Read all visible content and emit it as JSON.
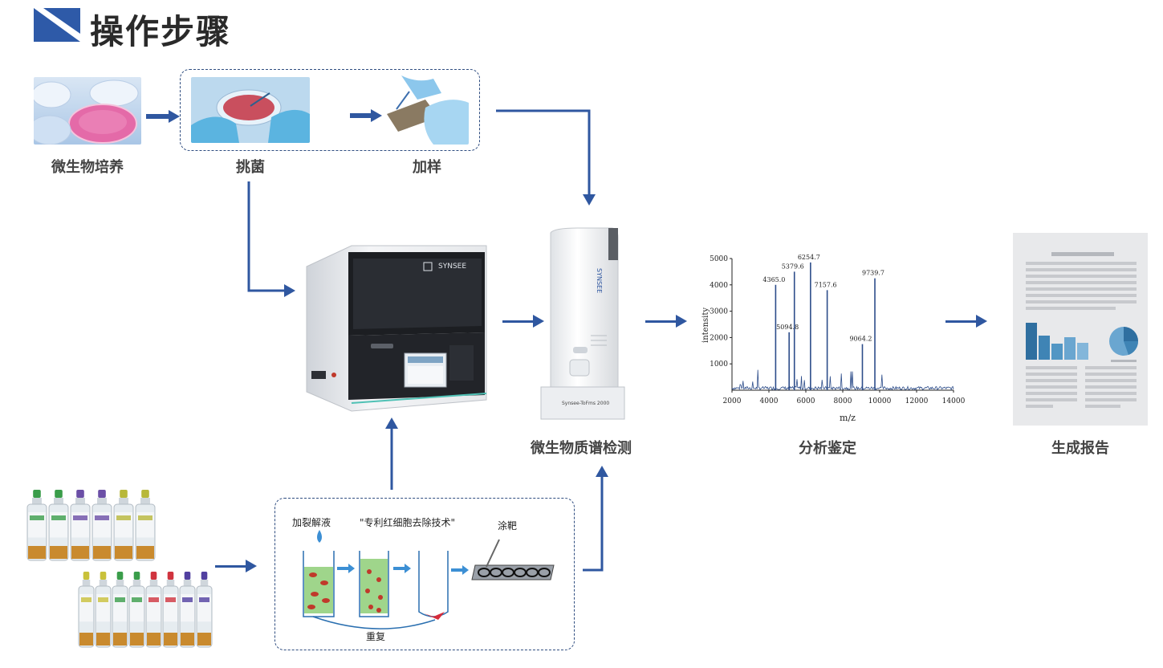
{
  "title": "操作步骤",
  "steps": {
    "culture": "微生物培养",
    "pick": "挑菌",
    "load": "加样",
    "ms": "微生物质谱检测",
    "analysis": "分析鉴定",
    "report": "生成报告"
  },
  "lysis": {
    "add": "加裂解液",
    "tech": "\"专利红细胞去除技术\"",
    "smear": "涂靶",
    "repeat": "重复"
  },
  "instruments": {
    "prep_brand": "SYNSEE",
    "ms_brand": "SYNSEE",
    "ms_model": "Synsee-ToFms 2000"
  },
  "chart_data": {
    "type": "line",
    "xlabel": "m/z",
    "ylabel": "intensity",
    "xlim": [
      2000,
      14000
    ],
    "ylim": [
      0,
      5000
    ],
    "xticks": [
      "2000",
      "4000",
      "6000",
      "8000",
      "10000",
      "12000",
      "14000"
    ],
    "yticks": [
      "1000",
      "2000",
      "3000",
      "4000",
      "5000"
    ],
    "peaks": [
      {
        "x": 4365.0,
        "y": 4000,
        "label": "4365.0"
      },
      {
        "x": 5094.8,
        "y": 2200,
        "label": "5094.8"
      },
      {
        "x": 5379.6,
        "y": 4500,
        "label": "5379.6"
      },
      {
        "x": 6254.7,
        "y": 4850,
        "label": "6254.7"
      },
      {
        "x": 7157.6,
        "y": 3800,
        "label": "7157.6"
      },
      {
        "x": 9064.2,
        "y": 1750,
        "label": "9064.2"
      },
      {
        "x": 9739.7,
        "y": 4250,
        "label": "9739.7"
      }
    ]
  },
  "colors": {
    "accent": "#2f57a0",
    "title_icon": "#2e5aa8"
  }
}
